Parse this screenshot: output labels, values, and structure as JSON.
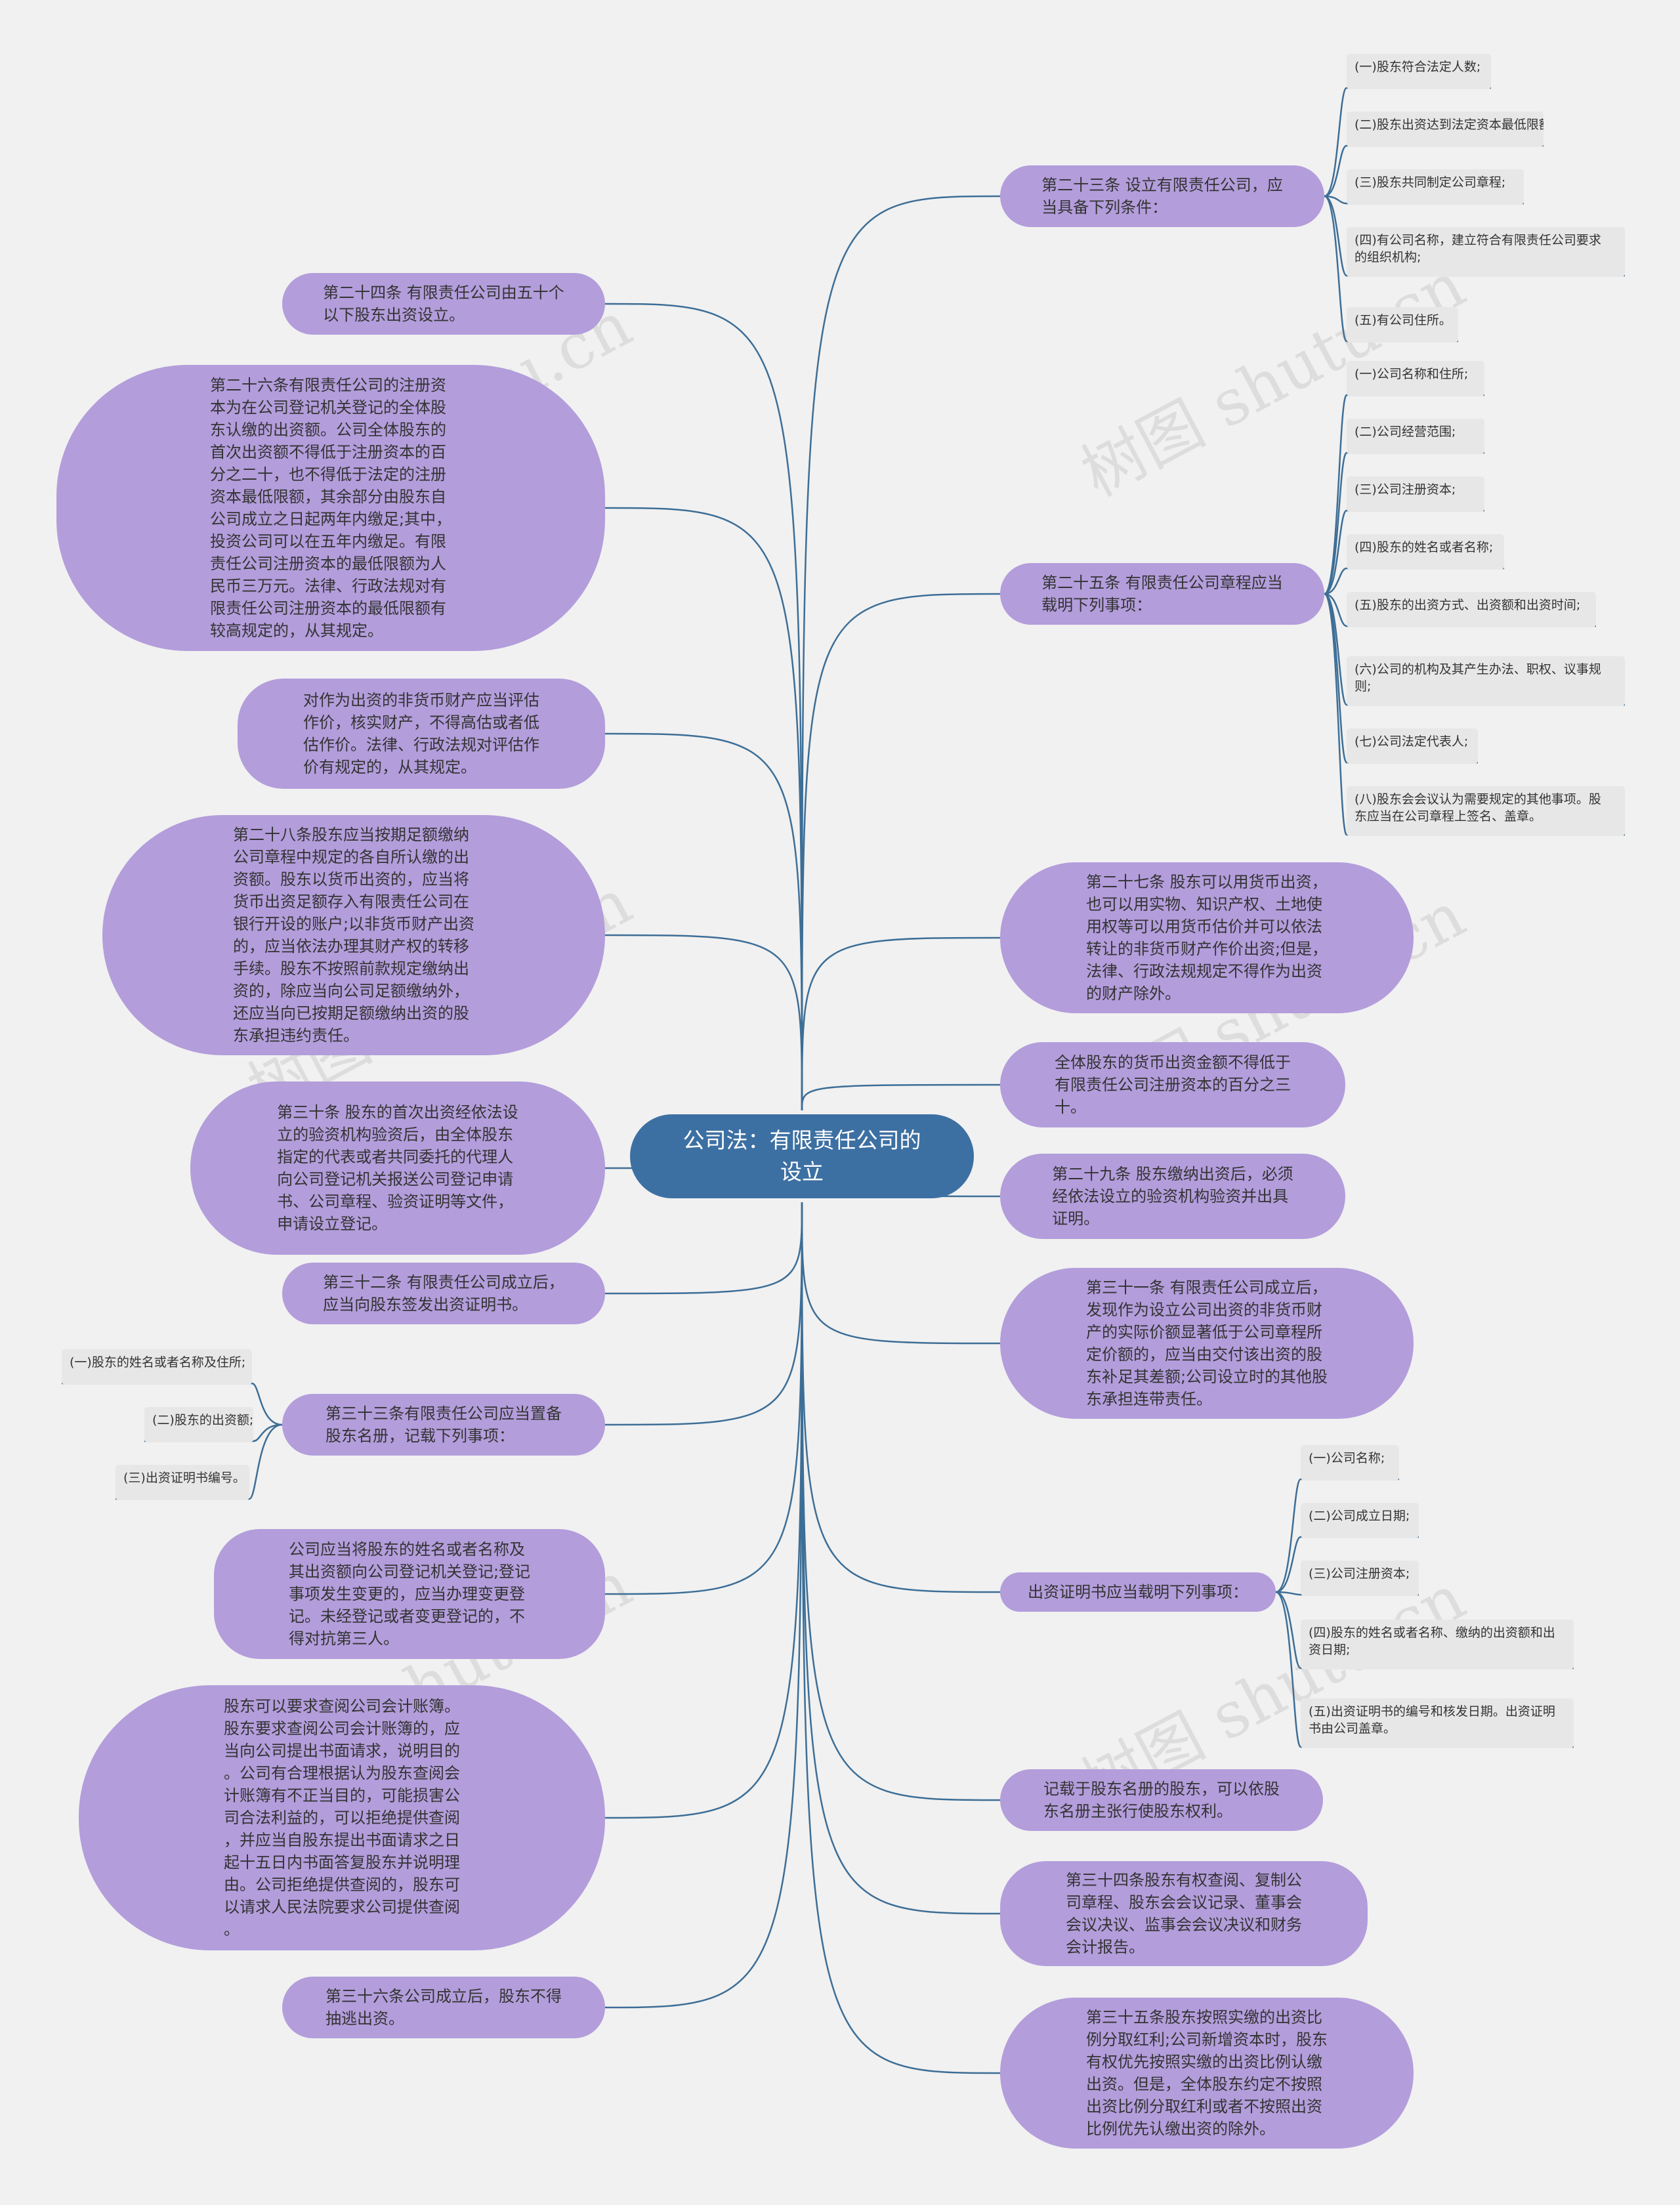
{
  "root": {
    "label": "公司法：有限责任公司的\n设立"
  },
  "left": [
    {
      "label": "第二十四条 有限责任公司由五十个\n以下股东出资设立。"
    },
    {
      "label": "第二十六条有限责任公司的注册资\n本为在公司登记机关登记的全体股\n东认缴的出资额。公司全体股东的\n首次出资额不得低于注册资本的百\n分之二十，也不得低于法定的注册\n资本最低限额，其余部分由股东自\n公司成立之日起两年内缴足;其中，\n投资公司可以在五年内缴足。有限\n责任公司注册资本的最低限额为人\n民币三万元。法律、行政法规对有\n限责任公司注册资本的最低限额有\n较高规定的，从其规定。"
    },
    {
      "label": "对作为出资的非货币财产应当评估\n作价，核实财产，不得高估或者低\n估作价。法律、行政法规对评估作\n价有规定的，从其规定。"
    },
    {
      "label": "第二十八条股东应当按期足额缴纳\n公司章程中规定的各自所认缴的出\n资额。股东以货币出资的，应当将\n货币出资足额存入有限责任公司在\n银行开设的账户;以非货币财产出资\n的，应当依法办理其财产权的转移\n手续。股东不按照前款规定缴纳出\n资的，除应当向公司足额缴纳外，\n还应当向已按期足额缴纳出资的股\n东承担违约责任。"
    },
    {
      "label": "第三十条 股东的首次出资经依法设\n立的验资机构验资后，由全体股东\n指定的代表或者共同委托的代理人\n向公司登记机关报送公司登记申请\n书、公司章程、验资证明等文件，\n申请设立登记。"
    },
    {
      "label": "第三十二条 有限责任公司成立后，\n应当向股东签发出资证明书。"
    },
    {
      "label": "第三十三条有限责任公司应当置备\n股东名册，记载下列事项：",
      "leaves": [
        "(一)股东的姓名或者名称及住所;",
        "(二)股东的出资额;",
        "(三)出资证明书编号。"
      ]
    },
    {
      "label": "公司应当将股东的姓名或者名称及\n其出资额向公司登记机关登记;登记\n事项发生变更的，应当办理变更登\n记。未经登记或者变更登记的，不\n得对抗第三人。"
    },
    {
      "label": "股东可以要求查阅公司会计账簿。\n股东要求查阅公司会计账簿的，应\n当向公司提出书面请求，说明目的\n。公司有合理根据认为股东查阅会\n计账簿有不正当目的，可能损害公\n司合法利益的，可以拒绝提供查阅\n，并应当自股东提出书面请求之日\n起十五日内书面答复股东并说明理\n由。公司拒绝提供查阅的，股东可\n以请求人民法院要求公司提供查阅\n。"
    },
    {
      "label": "第三十六条公司成立后，股东不得\n抽逃出资。"
    }
  ],
  "right": [
    {
      "label": "第二十三条 设立有限责任公司，应\n当具备下列条件：",
      "leaves": [
        "(一)股东符合法定人数;",
        "(二)股东出资达到法定资本最低限额;",
        "(三)股东共同制定公司章程;",
        "(四)有公司名称，建立符合有限责任公司要求\n的组织机构;",
        "(五)有公司住所。"
      ]
    },
    {
      "label": "第二十五条 有限责任公司章程应当\n载明下列事项：",
      "leaves": [
        "(一)公司名称和住所;",
        "(二)公司经营范围;",
        "(三)公司注册资本;",
        "(四)股东的姓名或者名称;",
        "(五)股东的出资方式、出资额和出资时间;",
        "(六)公司的机构及其产生办法、职权、议事规\n则;",
        "(七)公司法定代表人;",
        "(八)股东会会议认为需要规定的其他事项。股\n东应当在公司章程上签名、盖章。"
      ]
    },
    {
      "label": "第二十七条 股东可以用货币出资，\n也可以用实物、知识产权、土地使\n用权等可以用货币估价并可以依法\n转让的非货币财产作价出资;但是，\n法律、行政法规规定不得作为出资\n的财产除外。"
    },
    {
      "label": "全体股东的货币出资金额不得低于\n有限责任公司注册资本的百分之三\n十。"
    },
    {
      "label": "第二十九条 股东缴纳出资后，必须\n经依法设立的验资机构验资并出具\n证明。"
    },
    {
      "label": "第三十一条 有限责任公司成立后，\n发现作为设立公司出资的非货币财\n产的实际价额显著低于公司章程所\n定价额的，应当由交付该出资的股\n东补足其差额;公司设立时的其他股\n东承担连带责任。"
    },
    {
      "label": "出资证明书应当载明下列事项：",
      "leaves": [
        "(一)公司名称;",
        "(二)公司成立日期;",
        "(三)公司注册资本;",
        "(四)股东的姓名或者名称、缴纳的出资额和出\n资日期;",
        "(五)出资证明书的编号和核发日期。出资证明\n书由公司盖章。"
      ]
    },
    {
      "label": "记载于股东名册的股东，可以依股\n东名册主张行使股东权利。"
    },
    {
      "label": "第三十四条股东有权查阅、复制公\n司章程、股东会会议记录、董事会\n会议决议、监事会会议决议和财务\n会计报告。"
    },
    {
      "label": "第三十五条股东按照实缴的出资比\n例分取红利;公司新增资本时，股东\n有权优先按照实缴的出资比例认缴\n出资。但是，全体股东约定不按照\n出资比例分取红利或者不按照出资\n比例优先认缴出资的除外。"
    }
  ],
  "watermark": "树图 shutu.cn",
  "colors": {
    "root": "#3d70a2",
    "node": "#b39ddb",
    "leaf": "#e7e7e7",
    "line": "#3d6e96",
    "background": "#f1f1f1"
  }
}
